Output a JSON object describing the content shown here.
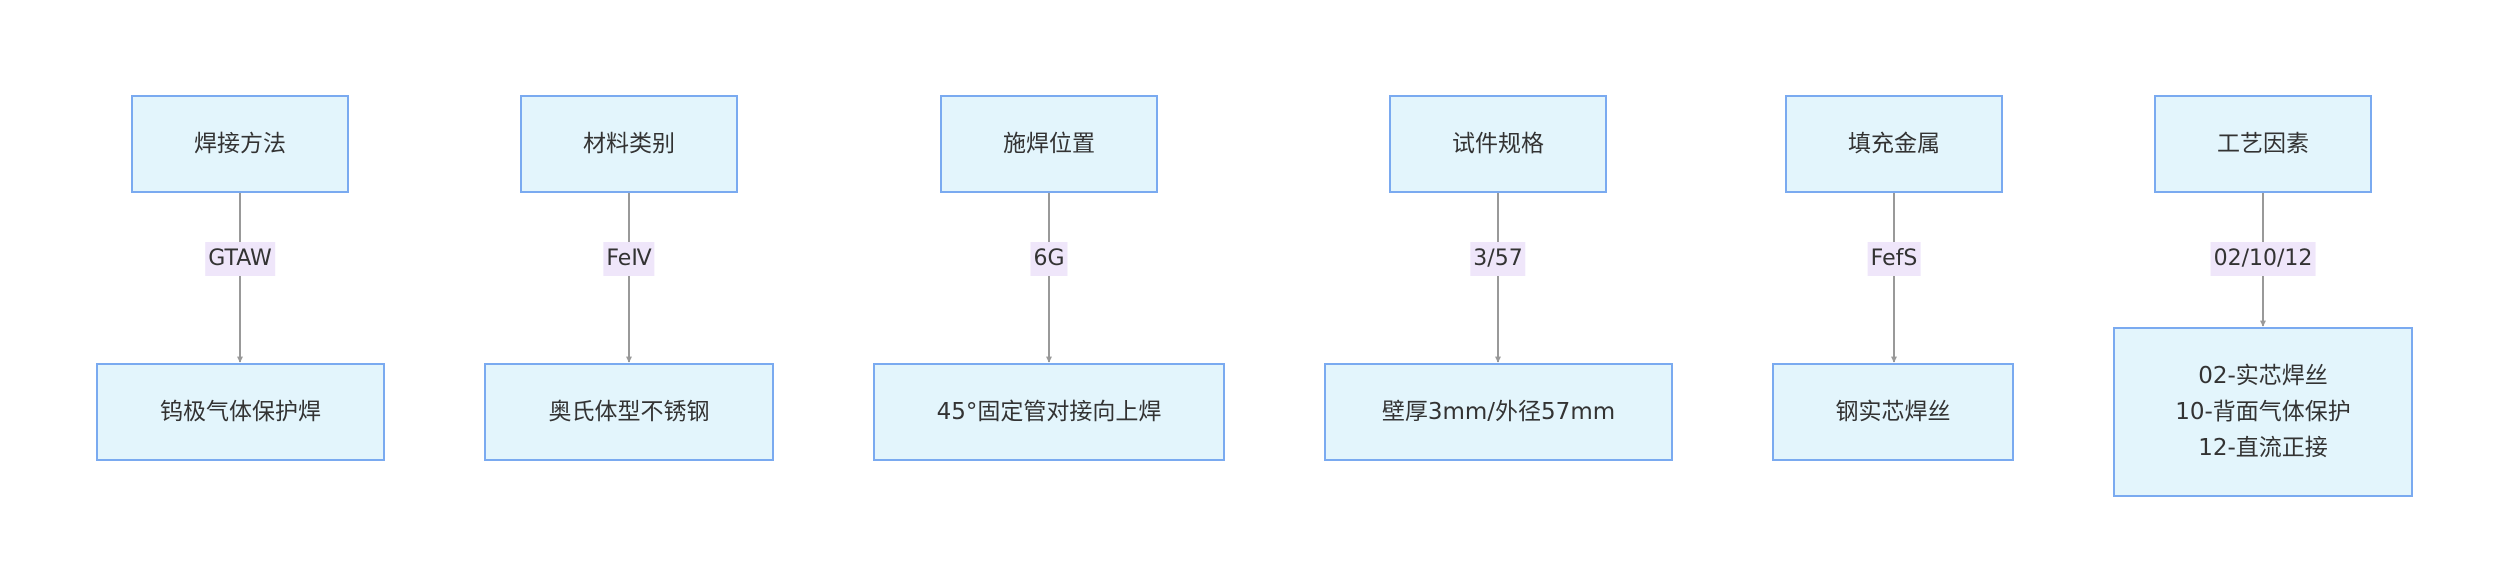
{
  "diagram": {
    "columns": [
      {
        "top": "焊接方法",
        "edge": "GTAW",
        "bottom": [
          "钨极气体保护焊"
        ]
      },
      {
        "top": "材料类别",
        "edge": "FeⅣ",
        "bottom": [
          "奥氏体型不锈钢"
        ]
      },
      {
        "top": "施焊位置",
        "edge": "6G",
        "bottom": [
          "45°固定管对接向上焊"
        ]
      },
      {
        "top": "试件规格",
        "edge": "3/57",
        "bottom": [
          "壁厚3mm/外径57mm"
        ]
      },
      {
        "top": "填充金属",
        "edge": "FefS",
        "bottom": [
          "钢实芯焊丝"
        ]
      },
      {
        "top": "工艺因素",
        "edge": "02/10/12",
        "bottom": [
          "02-实芯焊丝",
          "10-背面气体保护",
          "12-直流正接"
        ]
      }
    ],
    "colors": {
      "node_fill": "#e3f5fc",
      "node_border": "#7aaaf0",
      "edge_line": "#999999",
      "label_bg": "#efe6fa",
      "text": "#333333"
    }
  }
}
